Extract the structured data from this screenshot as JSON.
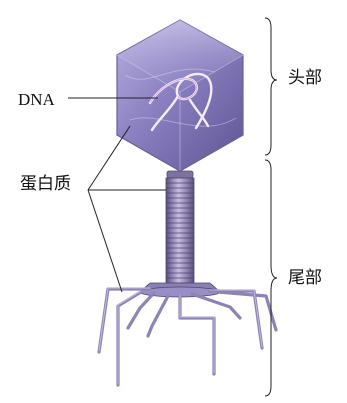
{
  "labels": {
    "dna": "DNA",
    "protein": "蛋白质",
    "head": "头部",
    "tail": "尾部"
  },
  "colors": {
    "capsid": "#8a7fc0",
    "structure": "#9a8dbb",
    "dna_strand": "#f2e6f4",
    "line": "#222222"
  }
}
